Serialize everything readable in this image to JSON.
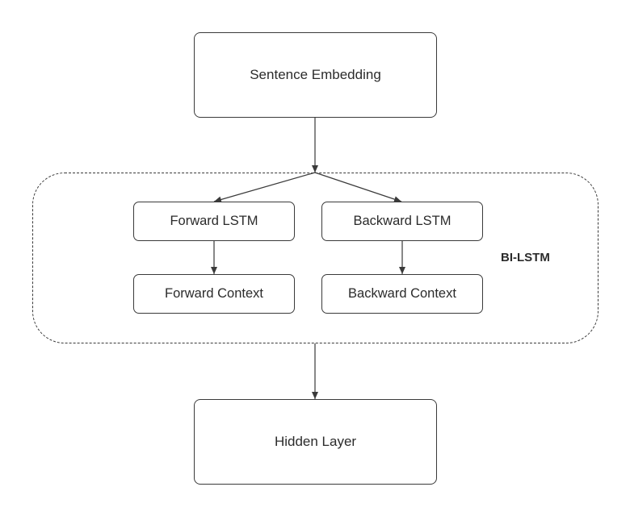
{
  "diagram": {
    "nodes": {
      "sentence_embedding": "Sentence Embedding",
      "forward_lstm": "Forward LSTM",
      "backward_lstm": "Backward LSTM",
      "forward_context": "Forward Context",
      "backward_context": "Backward Context",
      "hidden_layer": "Hidden Layer"
    },
    "group": {
      "label": "BI-LSTM"
    },
    "edges": [
      {
        "from": "sentence_embedding",
        "to": "forward_lstm"
      },
      {
        "from": "sentence_embedding",
        "to": "backward_lstm"
      },
      {
        "from": "forward_lstm",
        "to": "forward_context"
      },
      {
        "from": "backward_lstm",
        "to": "backward_context"
      },
      {
        "from": "bi_lstm_group",
        "to": "hidden_layer"
      }
    ],
    "colors": {
      "stroke": "#3a3a3a",
      "text": "#2b2b2b",
      "background": "#ffffff"
    }
  }
}
